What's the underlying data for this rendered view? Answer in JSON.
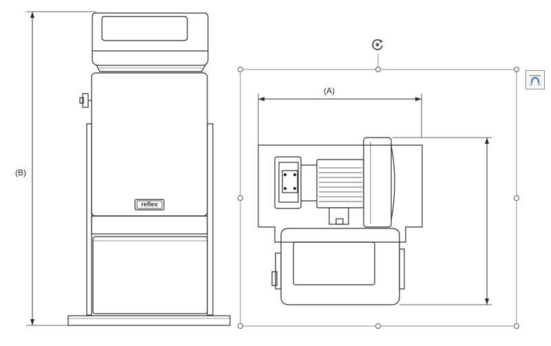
{
  "labels": {
    "dimension_b": "(B)",
    "dimension_a": "(A)",
    "brand": "reflex"
  },
  "icons": {
    "rotate": "rotate-handle-icon",
    "layout": "layout-options-icon"
  },
  "colors": {
    "line": "#2a2a2a",
    "frame": "#8c8c8c",
    "accent": "#2f6db5"
  }
}
